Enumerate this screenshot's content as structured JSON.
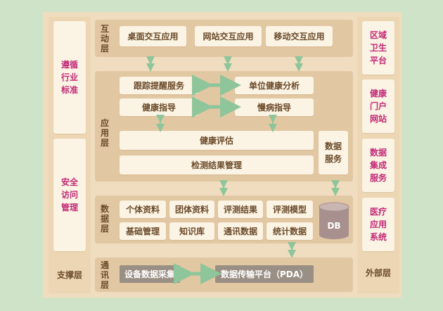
{
  "left": {
    "top_label": "遵循\n行业\n标准",
    "mid_label": "安全\n访问\n管理",
    "bottom_label": "支撑层"
  },
  "right": {
    "items": [
      "区域\n卫生\n平台",
      "健康\n门户\n网站",
      "数据\n集成\n服务",
      "医疗\n应用\n系统"
    ],
    "bottom_label": "外部层"
  },
  "interaction_layer": {
    "label": "互动层",
    "apps": [
      "桌面交互应用",
      "网站交互应用",
      "移动交互应用"
    ]
  },
  "application_layer": {
    "label": "应用层",
    "row1": [
      "跟踪提醒服务",
      "单位健康分析"
    ],
    "row2": [
      "健康指导",
      "慢病指导"
    ],
    "assessment": "健康评估",
    "test_mgmt": "检测结果管理",
    "data_service": "数据\n服务"
  },
  "data_layer": {
    "label": "数据层",
    "row1": [
      "个体资料",
      "团体资料",
      "评测结果",
      "评测模型"
    ],
    "row2": [
      "基础管理",
      "知识库",
      "通讯数据",
      "统计数据"
    ],
    "db": "DB"
  },
  "comm_layer": {
    "label": "通讯层",
    "collect": "设备数据采集",
    "platform": "数据传输平台（PDA）"
  },
  "colors": {
    "background": "#cfe3c8",
    "arrow": "#8fc59a",
    "accent": "#c22a78"
  }
}
